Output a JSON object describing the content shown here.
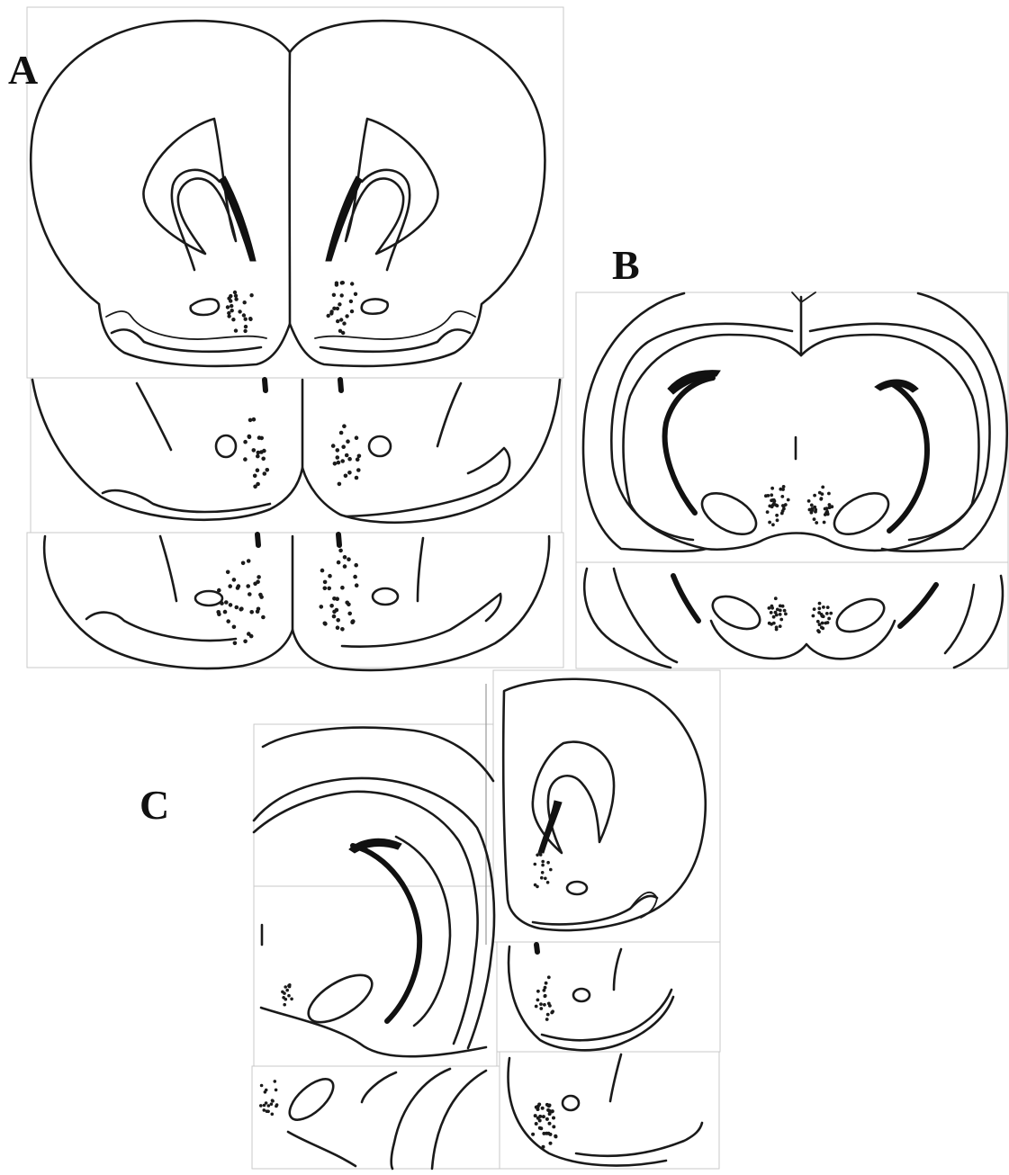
{
  "figure": {
    "panels": [
      {
        "id": "a",
        "label": "A"
      },
      {
        "id": "b",
        "label": "B"
      },
      {
        "id": "c",
        "label": "C"
      }
    ]
  },
  "colors": {
    "ink": "#1a1a1a",
    "paper": "#ffffff",
    "seam": "#9a9a9a"
  }
}
